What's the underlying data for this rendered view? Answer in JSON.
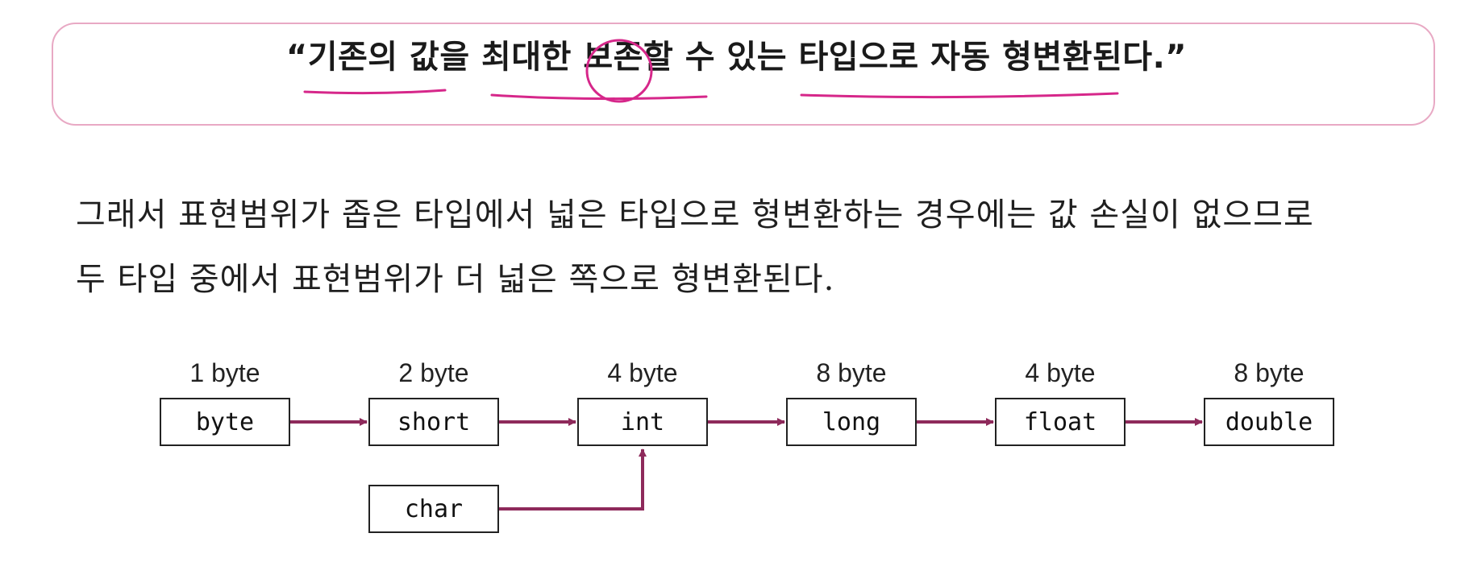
{
  "quote": "“기존의 값을 최대한 보존할 수 있는 타입으로 자동 형변환된다.”",
  "paragraph": {
    "line1": "그래서 표현범위가 좁은 타입에서 넓은 타입으로 형변환하는 경우에는 값 손실이 없으므로",
    "line2": "두 타입 중에서 표현범위가 더 넓은 쪽으로 형변환된다."
  },
  "diagram": {
    "types": [
      {
        "name": "byte",
        "size": "1 byte"
      },
      {
        "name": "short",
        "size": "2 byte"
      },
      {
        "name": "int",
        "size": "4 byte"
      },
      {
        "name": "long",
        "size": "8 byte"
      },
      {
        "name": "float",
        "size": "4 byte"
      },
      {
        "name": "double",
        "size": "8 byte"
      }
    ],
    "extra": {
      "name": "char"
    }
  },
  "colors": {
    "arrow": "#8e2a5b",
    "annotation": "#d6278a",
    "quote_border": "#e8a9c4"
  }
}
